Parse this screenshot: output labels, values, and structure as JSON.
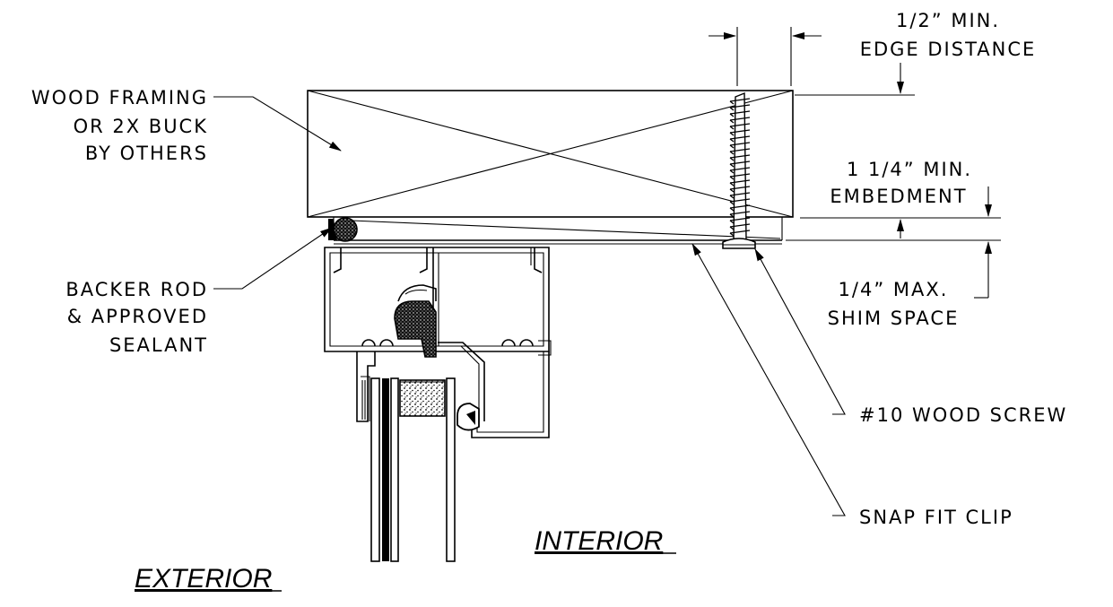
{
  "labels": {
    "edge_distance": [
      "1/2” MIN.",
      "EDGE DISTANCE"
    ],
    "wood_framing": [
      "WOOD FRAMING",
      "OR 2X BUCK",
      "BY OTHERS"
    ],
    "embedment": [
      "1 1/4” MIN.",
      "EMBEDMENT"
    ],
    "backer_rod": [
      "BACKER ROD",
      "& APPROVED",
      "SEALANT"
    ],
    "shim_space": [
      "1/4” MAX.",
      "SHIM SPACE"
    ],
    "wood_screw": "#10 WOOD SCREW",
    "snap_fit_clip": "SNAP FIT CLIP",
    "interior": "INTERIOR",
    "exterior": "EXTERIOR"
  }
}
